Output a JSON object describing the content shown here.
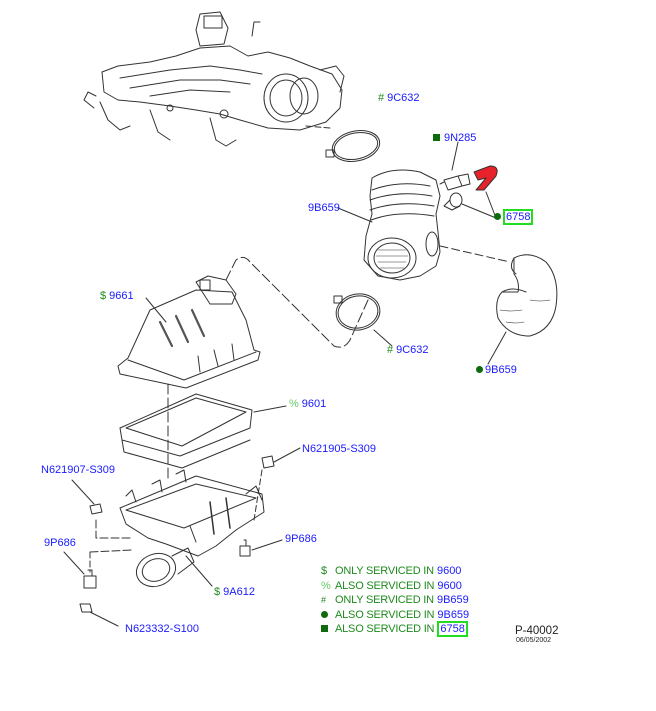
{
  "diagram": {
    "title_code": "P-40002",
    "date": "06/05/2002",
    "colors": {
      "label": "#1a1aff",
      "symbol": "#1f8a1f",
      "highlight_box": "#22dd22",
      "highlight_part": "#e8222a",
      "line": "#333333"
    },
    "callouts": [
      {
        "id": "9C632_top",
        "symbol": "#",
        "part": "9C632"
      },
      {
        "id": "9N285",
        "symbol": "square",
        "part": "9N285"
      },
      {
        "id": "6758",
        "symbol": "dot",
        "part": "6758",
        "boxed": true
      },
      {
        "id": "9B659_main",
        "symbol": "",
        "part": "9B659"
      },
      {
        "id": "9661",
        "symbol": "$",
        "part": "9661"
      },
      {
        "id": "9C632_bottom",
        "symbol": "#",
        "part": "9C632"
      },
      {
        "id": "9B659_elbow",
        "symbol": "dot",
        "part": "9B659"
      },
      {
        "id": "9601",
        "symbol": "%",
        "part": "9601"
      },
      {
        "id": "N621905-S309",
        "symbol": "",
        "part": "N621905-S309"
      },
      {
        "id": "N621907-S309",
        "symbol": "",
        "part": "N621907-S309"
      },
      {
        "id": "9P686_left",
        "symbol": "",
        "part": "9P686"
      },
      {
        "id": "9P686_right",
        "symbol": "",
        "part": "9P686"
      },
      {
        "id": "9A612",
        "symbol": "$",
        "part": "9A612"
      },
      {
        "id": "N623332-S100",
        "symbol": "",
        "part": "N623332-S100"
      }
    ],
    "legend": [
      {
        "symbol": "$",
        "text": "ONLY SERVICED IN",
        "ref": "9600"
      },
      {
        "symbol": "%",
        "text": "ALSO SERVICED IN",
        "ref": "9600"
      },
      {
        "symbol": "#",
        "text": "ONLY SERVICED IN",
        "ref": "9B659"
      },
      {
        "symbol": "dot",
        "text": "ALSO SERVICED IN",
        "ref": "9B659"
      },
      {
        "symbol": "square",
        "text": "ALSO SERVICED IN",
        "ref": "6758",
        "boxed": true
      }
    ]
  }
}
